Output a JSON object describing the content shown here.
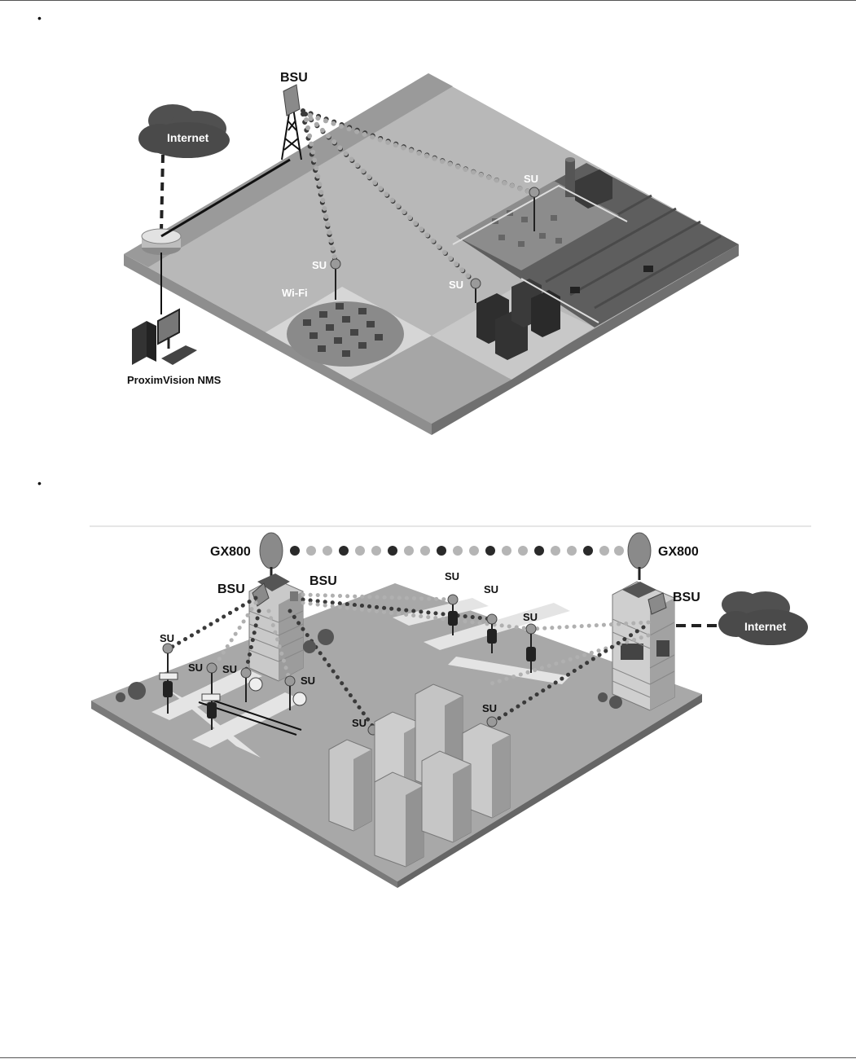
{
  "page": {
    "bullet_char": "•"
  },
  "figure1": {
    "bsu": "BSU",
    "internet": "Internet",
    "su_farm": "SU",
    "su_wifi": "SU",
    "su_office": "SU",
    "wifi": "Wi-Fi",
    "nms": "ProximVision NMS"
  },
  "figure2": {
    "gx_left": "GX800",
    "gx_right": "GX800",
    "bsu_left": "BSU",
    "bsu_center": "BSU",
    "bsu_right": "BSU",
    "internet": "Internet",
    "su_left_top": "SU",
    "su_left_mid": "SU",
    "su_left_mid2": "SU",
    "su_left_bottom": "SU",
    "su_cross1": "SU",
    "su_cross2": "SU",
    "su_cross3": "SU",
    "su_towers_left": "SU",
    "su_towers_right": "SU"
  },
  "colors": {
    "dot_dark": "#2a2a2a",
    "dot_light": "#b5b5b5",
    "ground": "#a8a8a8",
    "field": "#5a5a5a"
  }
}
